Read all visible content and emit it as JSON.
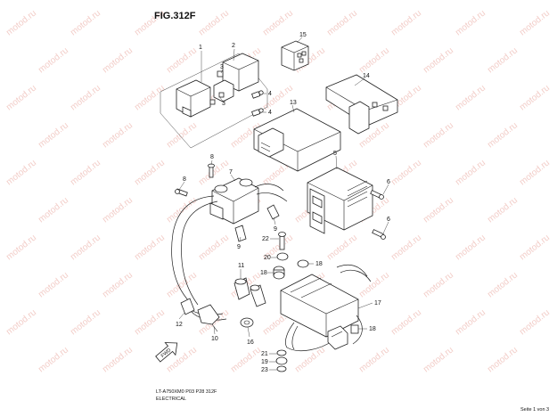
{
  "figure": {
    "title": "FIG.312F",
    "model_code": "LT-A750XM0 P03 P28 312F",
    "section": "ELECTRICAL",
    "page": "Seite 1 von 3",
    "fwd_label": "FWD"
  },
  "watermark": {
    "text": "motod.ru",
    "color": "#e8a39a"
  },
  "callouts": [
    {
      "id": "1",
      "label": "1"
    },
    {
      "id": "2",
      "label": "2"
    },
    {
      "id": "3a",
      "label": "3"
    },
    {
      "id": "3b",
      "label": "3"
    },
    {
      "id": "4a",
      "label": "4"
    },
    {
      "id": "4b",
      "label": "4"
    },
    {
      "id": "5",
      "label": "5"
    },
    {
      "id": "6a",
      "label": "6"
    },
    {
      "id": "6b",
      "label": "6"
    },
    {
      "id": "7",
      "label": "7"
    },
    {
      "id": "8a",
      "label": "8"
    },
    {
      "id": "8b",
      "label": "8"
    },
    {
      "id": "9a",
      "label": "9"
    },
    {
      "id": "9b",
      "label": "9"
    },
    {
      "id": "10",
      "label": "10"
    },
    {
      "id": "11",
      "label": "11"
    },
    {
      "id": "12",
      "label": "12"
    },
    {
      "id": "13",
      "label": "13"
    },
    {
      "id": "14",
      "label": "14"
    },
    {
      "id": "15",
      "label": "15"
    },
    {
      "id": "16",
      "label": "16"
    },
    {
      "id": "17",
      "label": "17"
    },
    {
      "id": "18a",
      "label": "18"
    },
    {
      "id": "18b",
      "label": "18"
    },
    {
      "id": "18c",
      "label": "18"
    },
    {
      "id": "19",
      "label": "19"
    },
    {
      "id": "20",
      "label": "20"
    },
    {
      "id": "21",
      "label": "21"
    },
    {
      "id": "22",
      "label": "22"
    },
    {
      "id": "23",
      "label": "23"
    }
  ]
}
